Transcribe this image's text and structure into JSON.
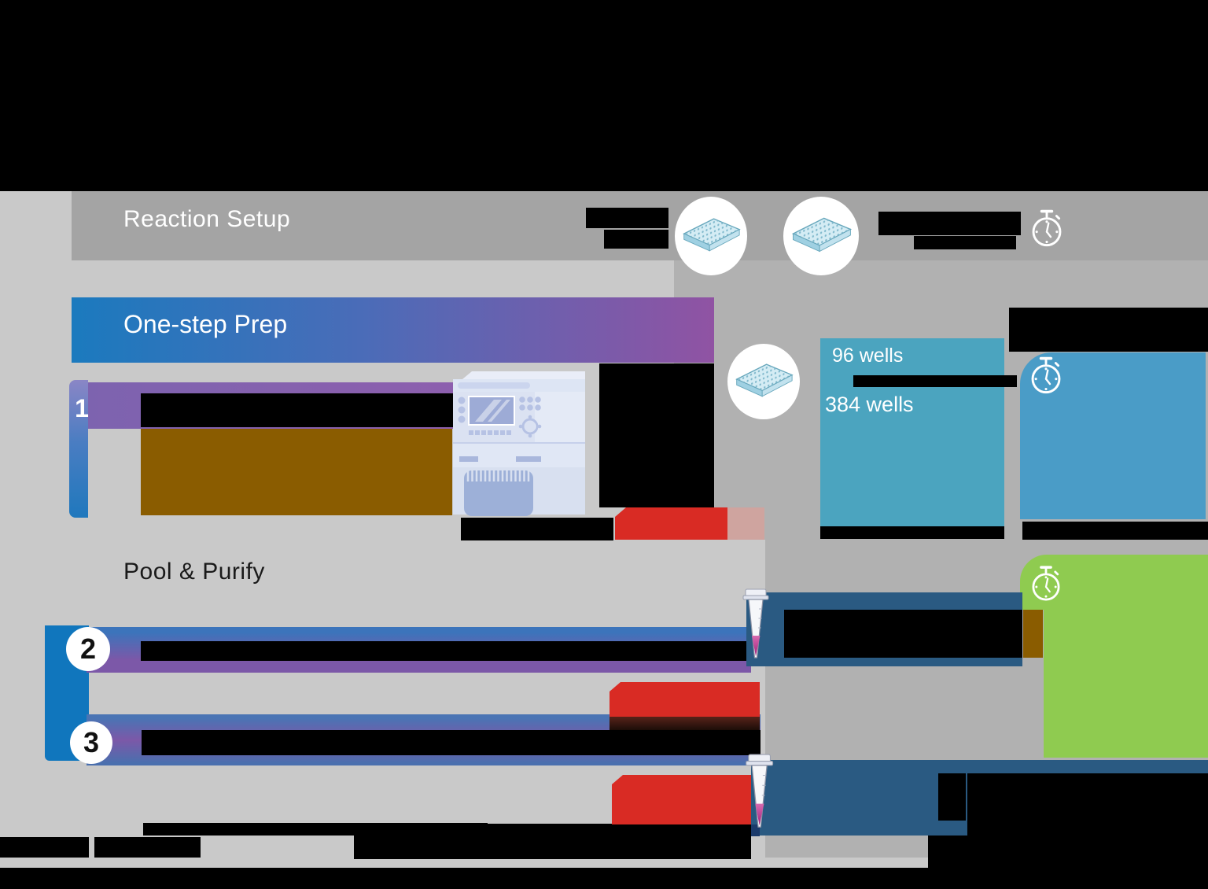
{
  "sections": {
    "reaction_setup": "Reaction Setup",
    "one_step_prep": "One-step Prep",
    "pool_purify": "Pool & Purify"
  },
  "steps": [
    {
      "number": "1"
    },
    {
      "number": "2"
    },
    {
      "number": "3"
    }
  ],
  "plate_capacity": {
    "line1": "96 wells",
    "line2": "384 wells"
  },
  "icons": {
    "plate1": "96-well-plate-icon",
    "plate2": "384-well-plate-icon",
    "plate3": "reaction-plate-icon",
    "timer_top": "stopwatch-icon",
    "timer_blue": "stopwatch-icon",
    "timer_green": "stopwatch-icon",
    "tube1": "microcentrifuge-tube-icon",
    "tube2": "microcentrifuge-tube-icon",
    "instrument": "thermocycler-illustration"
  },
  "colors": {
    "background": "#000000",
    "panel_light_gray": "#c9c9c9",
    "header_band_gray": "#a4a4a4",
    "column_gray": "#b1b1b1",
    "teal_box": "#4ba4bf",
    "time_blue_box": "#4a9cc7",
    "green_box": "#8fcb50",
    "dark_blue_box": "#2a5a82",
    "step_bar_blue": "#3c74bb",
    "step_bar_purple": "#7c58a8",
    "side_band_blue": "#1076bd",
    "olive_highlight": "#8a5c00",
    "stop_red": "#d92b24"
  }
}
